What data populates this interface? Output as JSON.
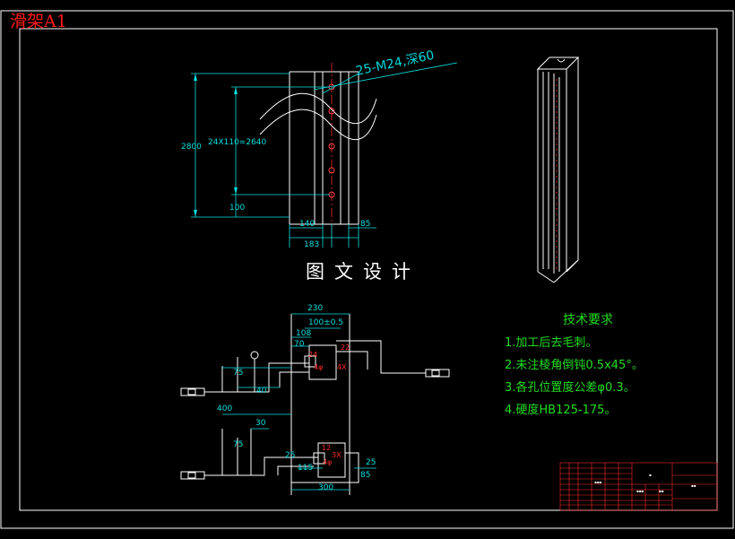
{
  "sheet_label": "滑架A1",
  "watermark": "图文设计",
  "front_view": {
    "callout": "25-M24,深60",
    "dims": {
      "total_length": "2800",
      "pitch": "24X110=2640",
      "end_offset": "100",
      "width_140": "140",
      "width_85": "85",
      "width_183": "183"
    }
  },
  "hydraulic_schematic": {
    "dims": {
      "top_230": "230",
      "dim_100_05": "100±0.5",
      "dim_108": "108",
      "dim_70": "70",
      "dim_75_upper": "75",
      "dim_40": "40",
      "dim_400": "400",
      "dim_30": "30",
      "dim_75_lower": "75",
      "dim_25_left": "25",
      "dim_115": "115",
      "dim_25_right": "25",
      "dim_85": "85",
      "dim_300": "300"
    }
  },
  "technical_requirements": {
    "title": "技术要求",
    "items": [
      "1.加工后去毛刺。",
      "2.未注棱角倒钝0.5x45°。",
      "3.各孔位置度公差φ0.3。",
      "4.硬度HB125-175。"
    ]
  },
  "colors": {
    "background": "#000000",
    "frame": "#ffffff",
    "dimension": "#00e0e0",
    "annotation": "#ff2a2a",
    "requirements": "#22dd22"
  }
}
